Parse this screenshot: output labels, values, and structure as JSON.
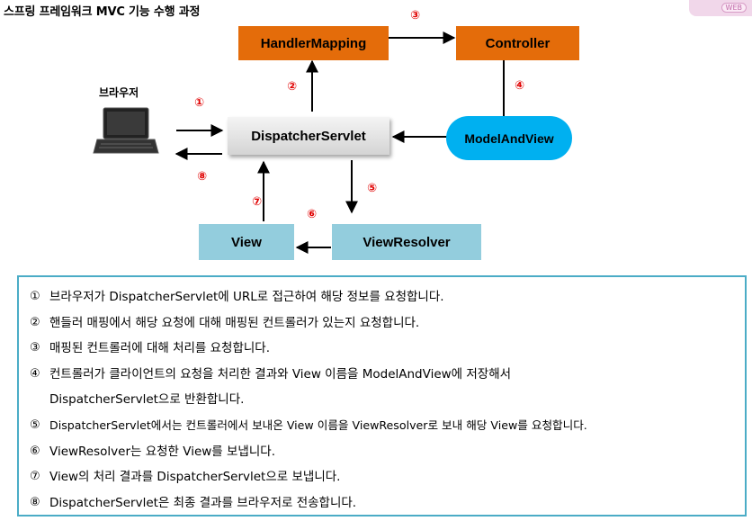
{
  "title": "스프링 프레임워크 MVC 기능 수행 과정",
  "corner_logo": "WEB",
  "browser_label": "브라우저",
  "nodes": {
    "handler_mapping": "HandlerMapping",
    "controller": "Controller",
    "dispatcher": "DispatcherServlet",
    "model_and_view": "ModelAndView",
    "view": "View",
    "view_resolver": "ViewResolver"
  },
  "numbers": [
    "①",
    "②",
    "③",
    "④",
    "⑤",
    "⑥",
    "⑦",
    "⑧"
  ],
  "steps": [
    {
      "mark": "①",
      "text": "브라우저가 DispatcherServlet에 URL로 접근하여 해당 정보를 요청합니다."
    },
    {
      "mark": "②",
      "text": "핸들러 매핑에서 해당 요청에 대해 매핑된 컨트롤러가 있는지 요청합니다."
    },
    {
      "mark": "③",
      "text": "매핑된 컨트롤러에 대해 처리를 요청합니다."
    },
    {
      "mark": "④",
      "text": "컨트롤러가 클라이언트의 요청을 처리한 결과와 View 이름을 ModelAndView에 저장해서",
      "cont": "DispatcherServlet으로 반환합니다."
    },
    {
      "mark": "⑤",
      "text": "DispatcherServlet에서는 컨트롤러에서 보내온 View 이름을 ViewResolver로 보내 해당 View를 요청합니다."
    },
    {
      "mark": "⑥",
      "text": "ViewResolver는 요청한 View를 보냅니다."
    },
    {
      "mark": "⑦",
      "text": "View의 처리 결과를 DispatcherServlet으로 보냅니다."
    },
    {
      "mark": "⑧",
      "text": "DispatcherServlet은 최종 결과를 브라우저로 전송합니다."
    }
  ]
}
